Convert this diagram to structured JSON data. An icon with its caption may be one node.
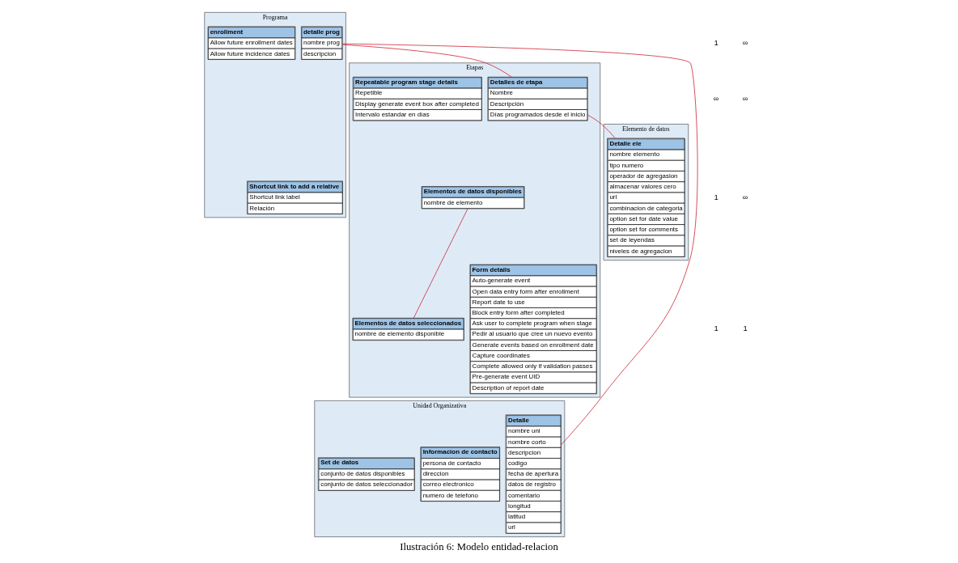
{
  "diagram": {
    "caption": "Ilustración 6: Modelo entidad-relacion",
    "nodes": [
      {
        "text": [
          "Programa"
        ]
      },
      {
        "text": [
          "enrollment",
          "Allow future enrollment dates",
          "Allow future incidence dates"
        ],
        "in": 0
      },
      {
        "text": [
          "Shortcut link to add a relative",
          "Shortcut link label",
          "Relación"
        ],
        "in": 0
      },
      {
        "text": [
          "detalle prog",
          "nombre prog",
          "descripcion"
        ],
        "in": 0
      },
      {
        "text": [
          "Elemento de datos"
        ]
      },
      {
        "text": [
          "Detalle ele",
          "nombre elemento",
          "tipo numero",
          "operador de agregasion",
          "almacenar valores cero",
          "url",
          "combinacion de categoria",
          "option set for date value",
          "option set for comments",
          "set de leyendas",
          "niveles de agregacion"
        ],
        "in": 4
      },
      {
        "text": [
          "Etapas"
        ]
      },
      {
        "text": [
          "Repeatable program stage details",
          "Repetible",
          "Display generate event box after completed",
          "Intervalo estandar en días"
        ],
        "in": 6
      },
      {
        "text": [
          "Form details",
          "Auto-generate event",
          "Open data entry form after enrollment",
          "Report date to use",
          "Block entry form after completed",
          "Ask user to complete program when stage",
          "Pedir al usuario que cree un nuevo evento",
          "Generate events based on enrollment date",
          "Capture coordinates",
          "Complete allowed only if validation passes",
          "Pre-generate event UID",
          "Description of report date"
        ],
        "in": 6
      },
      {
        "text": [
          "Detalles de etapa",
          "Nombre",
          "Descripción",
          "Días programados desde el inicio"
        ],
        "in": 6
      },
      {
        "text": [
          "Elementos de datos disponibles",
          "nombre de elemento"
        ],
        "in": 6
      },
      {
        "text": [
          "Elementos de datos seleccionados",
          "nombre de elemento disponible"
        ],
        "in": 6
      },
      {
        "text": [
          "Unidad Organizativa"
        ]
      },
      {
        "text": [
          "Detalle",
          "nombre uni",
          "nombre corto",
          "descripcion",
          "codigo",
          "fecha de apertura",
          "datos de registro",
          "comentario",
          "longitud",
          "latitud",
          "url"
        ],
        "in": 12
      },
      {
        "text": [
          "Informacion de contacto",
          "persona de contacto",
          "direccion",
          "correo electronico",
          "numero de telefono"
        ],
        "in": 12
      },
      {
        "text": [
          "Set de datos",
          "conjunto de datos disponibles",
          "conjunto de datos seleccionador"
        ],
        "in": 12
      }
    ],
    "edges": [
      {
        "from": 3,
        "to": 9,
        "arrow": "none"
      },
      {
        "from": 3,
        "to": 13,
        "arrow": "none"
      },
      {
        "from": 9,
        "to": 5,
        "arrow": "none"
      },
      {
        "from": 10,
        "to": 11,
        "arrow": "none"
      }
    ],
    "labels": [
      "1",
      "∞",
      "∞",
      "∞",
      "1",
      "∞",
      "1",
      "1"
    ]
  }
}
